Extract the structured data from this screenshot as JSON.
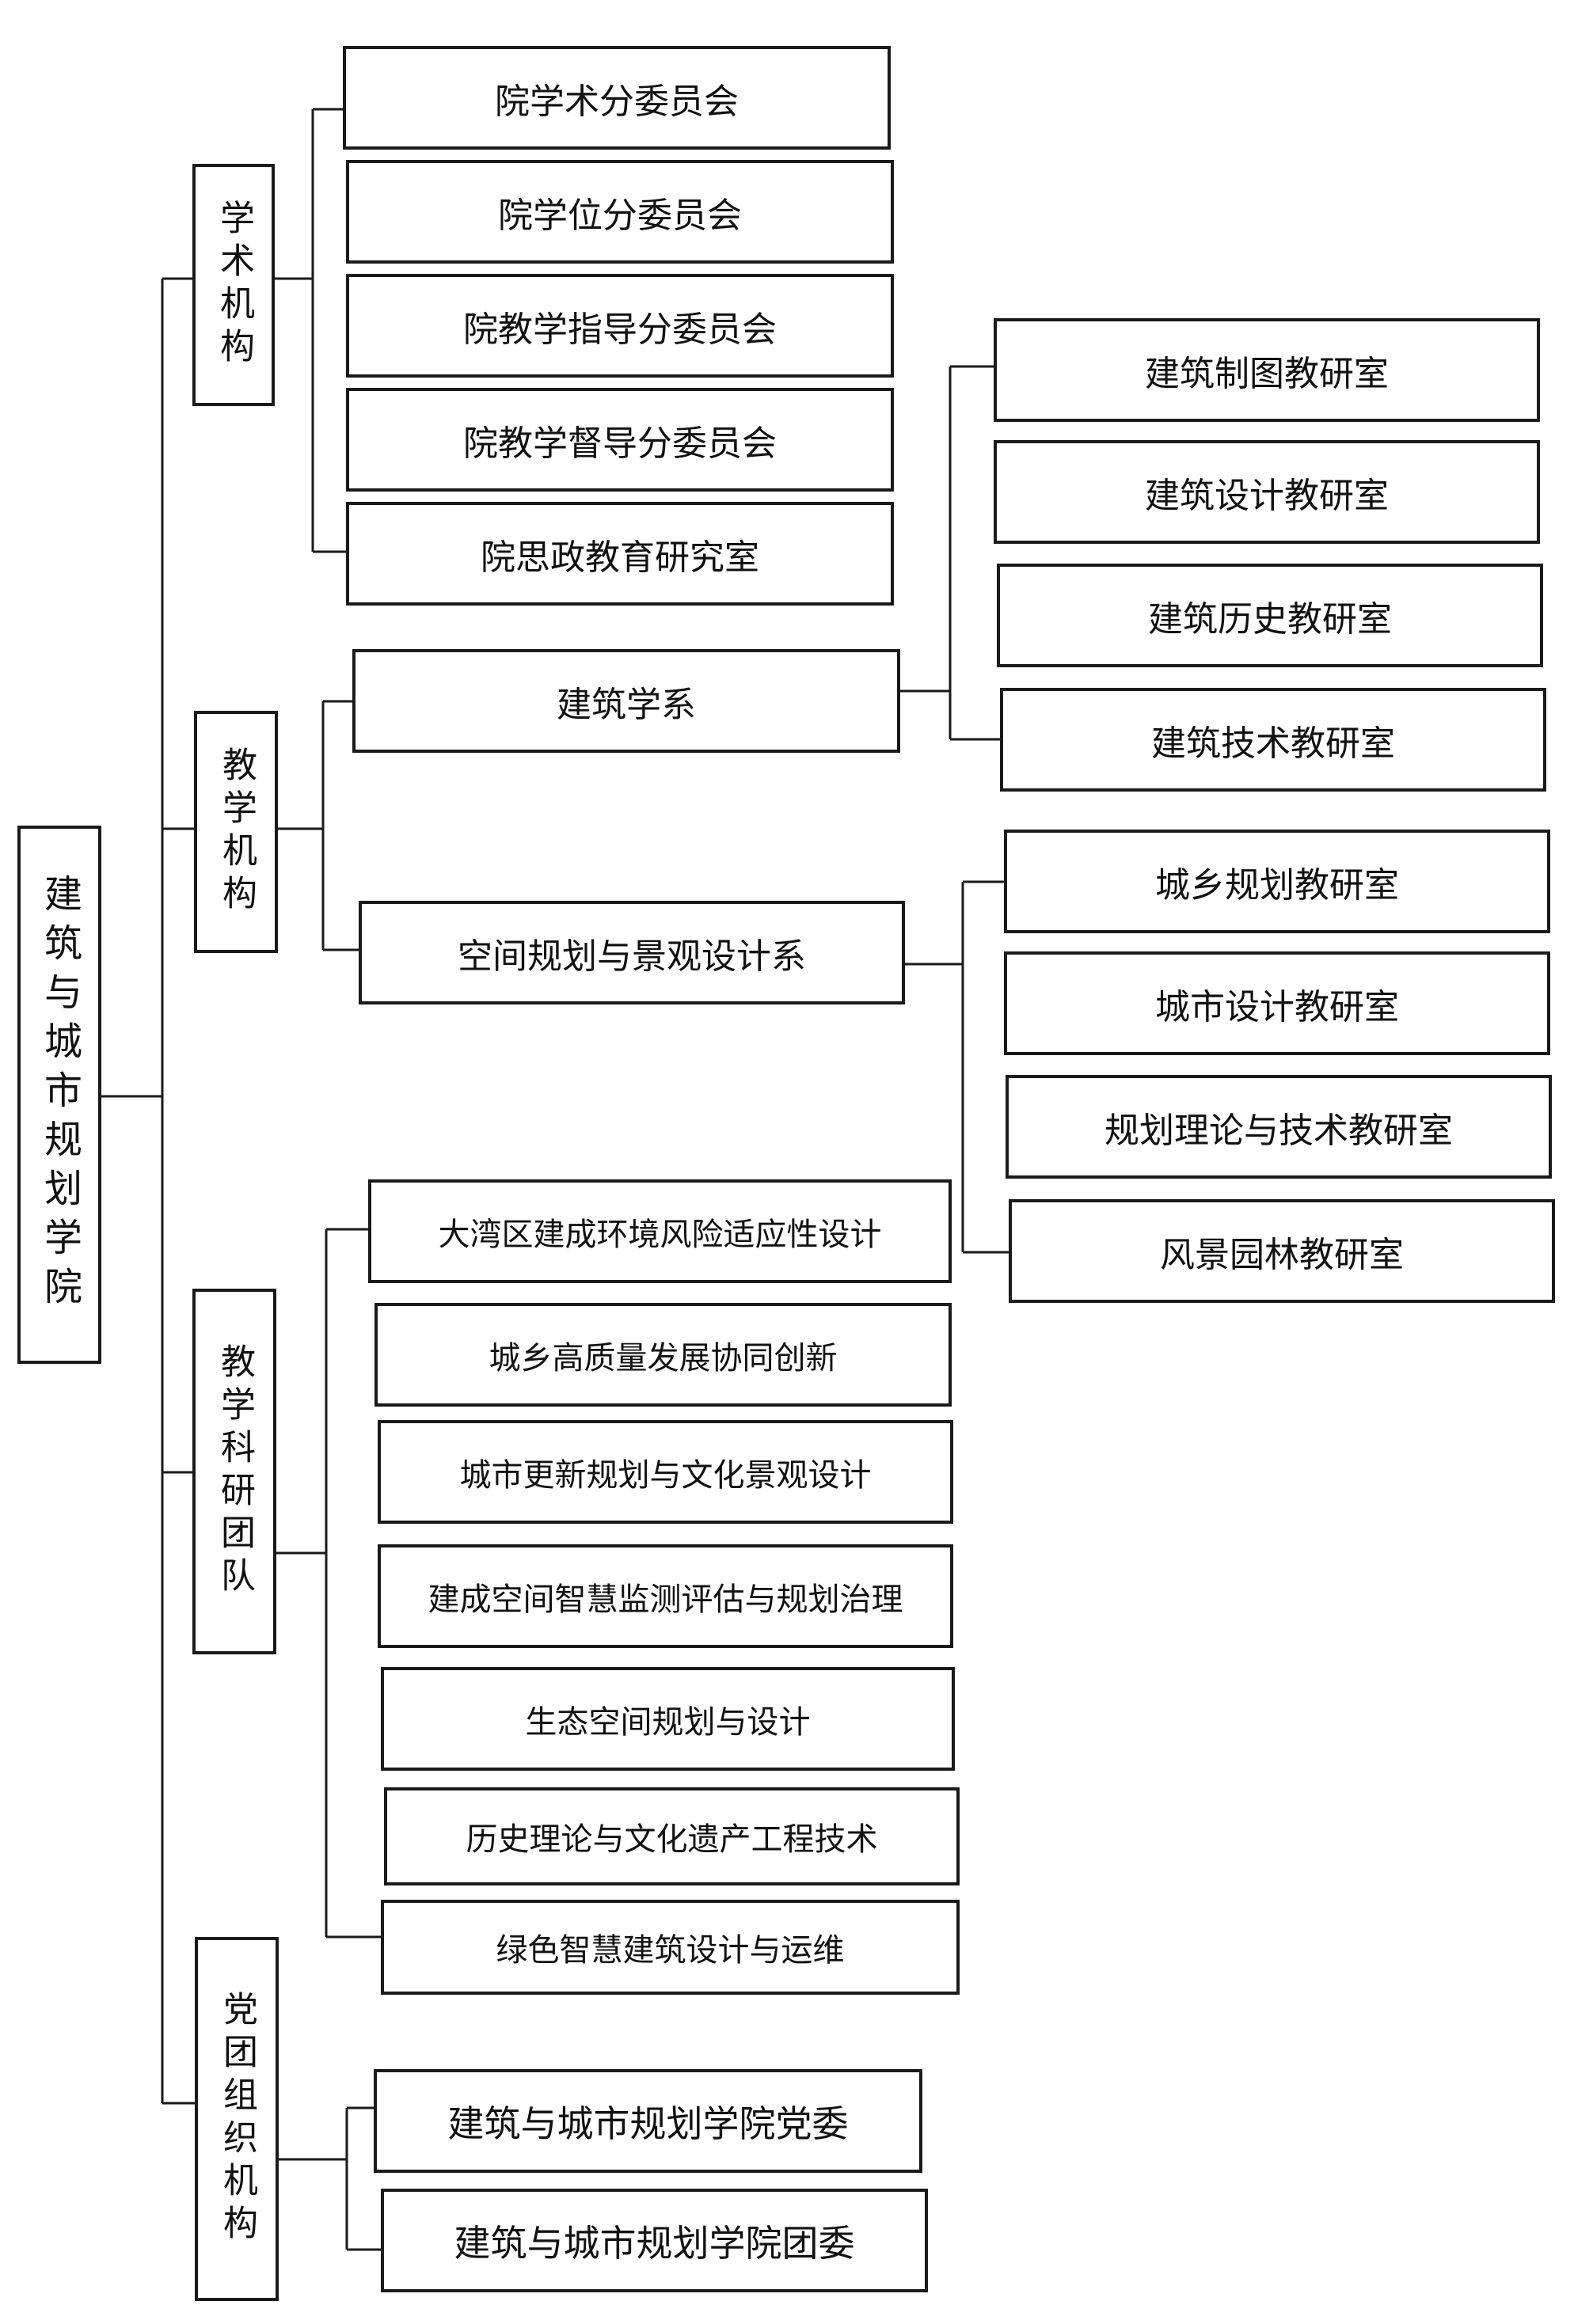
{
  "root": {
    "title": "建筑与城市规划学院"
  },
  "categories": {
    "academic": {
      "label": "学术机构",
      "items": [
        "院学术分委员会",
        "院学位分委员会",
        "院教学指导分委员会",
        "院教学督导分委员会",
        "院思政教育研究室"
      ]
    },
    "teaching": {
      "label": "教学机构",
      "departments": [
        {
          "name": "建筑学系",
          "offices": [
            "建筑制图教研室",
            "建筑设计教研室",
            "建筑历史教研室",
            "建筑技术教研室"
          ]
        },
        {
          "name": "空间规划与景观设计系",
          "offices": [
            "城乡规划教研室",
            "城市设计教研室",
            "规划理论与技术教研室",
            "风景园林教研室"
          ]
        }
      ]
    },
    "research": {
      "label": "教学科研团队",
      "items": [
        "大湾区建成环境风险适应性设计",
        "城乡高质量发展协同创新",
        "城市更新规划与文化景观设计",
        "建成空间智慧监测评估与规划治理",
        "生态空间规划与设计",
        "历史理论与文化遗产工程技术",
        "绿色智慧建筑设计与运维"
      ]
    },
    "party": {
      "label": "党团组织机构",
      "items": [
        "建筑与城市规划学院党委",
        "建筑与城市规划学院团委"
      ]
    }
  }
}
